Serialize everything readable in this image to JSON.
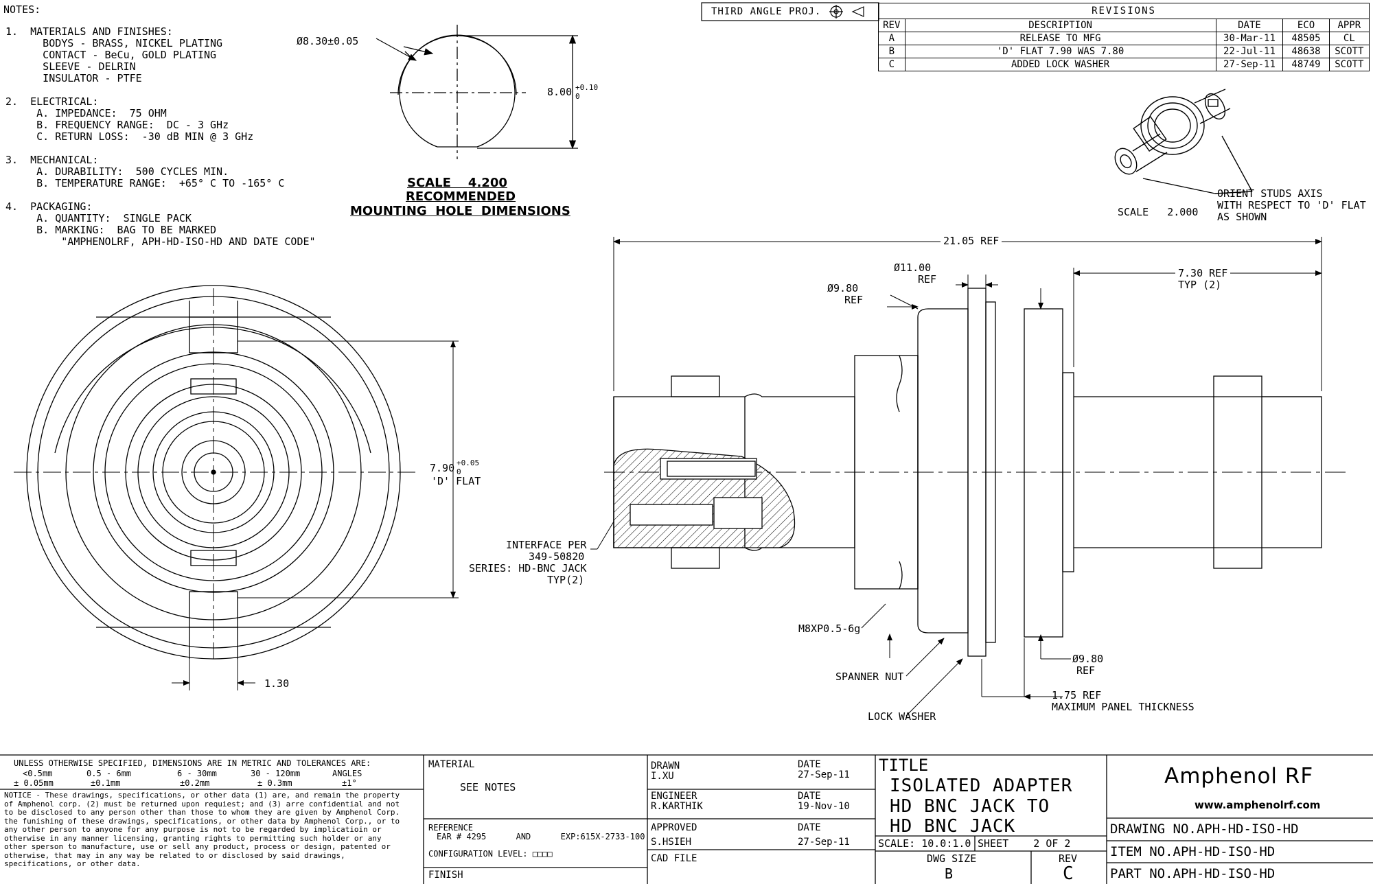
{
  "notes": {
    "header": "NOTES:",
    "lines": [
      "1.  MATERIALS AND FINISHES:",
      "      BODYS - BRASS, NICKEL PLATING",
      "      CONTACT - BeCu, GOLD PLATING",
      "      SLEEVE - DELRIN",
      "      INSULATOR - PTFE",
      "",
      "2.  ELECTRICAL:",
      "     A. IMPEDANCE:  75 OHM",
      "     B. FREQUENCY RANGE:  DC - 3 GHz",
      "     C. RETURN LOSS:  -30 dB MIN @ 3 GHz",
      "",
      "3.  MECHANICAL:",
      "     A. DURABILITY:  500 CYCLES MIN.",
      "     B. TEMPERATURE RANGE:  +65° C TO -165° C",
      "",
      "4.  PACKAGING:",
      "     A. QUANTITY:  SINGLE PACK",
      "     B. MARKING:  BAG TO BE MARKED",
      "         \"AMPHENOLRF, APH-HD-ISO-HD AND DATE CODE\""
    ]
  },
  "mounting_hole": {
    "diameter": "Ø8.30±0.05",
    "height": "8.00",
    "height_tol_top": "+0.10",
    "height_tol_bot": "0",
    "scale": "SCALE    4.200",
    "title1": "RECOMMENDED",
    "title2": "MOUNTING  HOLE  DIMENSIONS"
  },
  "projection": "THIRD ANGLE PROJ.",
  "revisions": {
    "title": "REVISIONS",
    "headers": [
      "REV",
      "DESCRIPTION",
      "DATE",
      "ECO",
      "APPR"
    ],
    "rows": [
      [
        "A",
        "RELEASE TO MFG",
        "30-Mar-11",
        "48505",
        "CL"
      ],
      [
        "B",
        "'D' FLAT 7.90 WAS 7.80",
        "22-Jul-11",
        "48638",
        "SCOTT"
      ],
      [
        "C",
        "ADDED LOCK WASHER",
        "27-Sep-11",
        "48749",
        "SCOTT"
      ]
    ]
  },
  "iso_view": {
    "scale": "SCALE   2.000",
    "note1": "ORIENT STUDS AXIS",
    "note2": "WITH RESPECT TO 'D' FLAT",
    "note3": "AS SHOWN"
  },
  "front_view": {
    "dflat": "7.90",
    "dflat_tol_top": "+0.05",
    "dflat_tol_bot": "0",
    "dflat_label": "'D' FLAT",
    "stud_width": "1.30"
  },
  "side_view": {
    "overall": "21.05 REF",
    "d1100": "Ø11.00",
    "d1100_ref": "REF",
    "d980_top": "Ø9.80",
    "d980_top_ref": "REF",
    "len730": "7.30 REF",
    "len730_typ": "TYP (2)",
    "interface1": "INTERFACE PER",
    "interface2": "349-50820",
    "interface3": "SERIES: HD-BNC JACK",
    "interface4": "TYP(2)",
    "thread": "M8XP0.5-6g",
    "spanner": "SPANNER NUT",
    "washer": "LOCK WASHER",
    "d980_bot": "Ø9.80",
    "d980_bot_ref": "REF",
    "panel1": "1.75 REF",
    "panel2": "MAXIMUM PANEL THICKNESS"
  },
  "title_block": {
    "tol_header": "UNLESS OTHERWISE SPECIFIED, DIMENSIONS ARE IN METRIC AND TOLERANCES ARE:",
    "tol_ranges": [
      "<0.5mm",
      "0.5 - 6mm",
      "6 - 30mm",
      "30 - 120mm",
      "ANGLES"
    ],
    "tol_values": [
      "± 0.05mm",
      "±0.1mm",
      "±0.2mm",
      "± 0.3mm",
      "±1°"
    ],
    "notice": "NOTICE - These drawings, specifications, or other data (1) are, and remain the property of Amphenol corp. (2) must be returned upon requiest; and (3) arre confidential and not to be disclosed to any person other than those to whom they are given by Amphenol Corp. the funishing of these drawings, specifications, or other data by Amphenol Corp., or to any other person to anyone for any purpose is not to be regarded by implicatioin or otherwise in any manner licensing, granting rights to permitting such holder or any other sperson to manufacture, use or sell any product, process or design, patented or otherwise, that may in any way be related to or disclosed by said drawings, specifications, or other data.",
    "material_label": "MATERIAL",
    "material_value": "SEE NOTES",
    "reference_label": "REFERENCE",
    "reference_value": "EAR # 4295      AND      EXP:615X-2733-100",
    "config_label": "CONFIGURATION LEVEL: □□□□",
    "finish_label": "FINISH",
    "drawn_label": "DRAWN",
    "drawn_name": "I.XU",
    "drawn_date_label": "DATE",
    "drawn_date": "27-Sep-11",
    "engineer_label": "ENGINEER",
    "engineer_name": "R.KARTHIK",
    "engineer_date_label": "DATE",
    "engineer_date": "19-Nov-10",
    "approved_label": "APPROVED",
    "approved_name": "S.HSIEH",
    "approved_date_label": "DATE",
    "approved_date": "27-Sep-11",
    "cad_label": "CAD FILE",
    "title_label": "TITLE",
    "title_line1": "ISOLATED ADAPTER",
    "title_line2": "HD BNC JACK TO",
    "title_line3": "HD BNC JACK",
    "scale": "SCALE: 10.0:1.0",
    "sheet": "SHEET    2 OF 2",
    "dwg_size_label": "DWG SIZE",
    "dwg_size": "B",
    "rev_label": "REV",
    "rev": "C",
    "company": "Amphenol RF",
    "website": "www.amphenolrf.com",
    "drawing_no": "DRAWING NO.APH-HD-ISO-HD",
    "item_no": "ITEM NO.APH-HD-ISO-HD",
    "part_no": "PART NO.APH-HD-ISO-HD"
  }
}
